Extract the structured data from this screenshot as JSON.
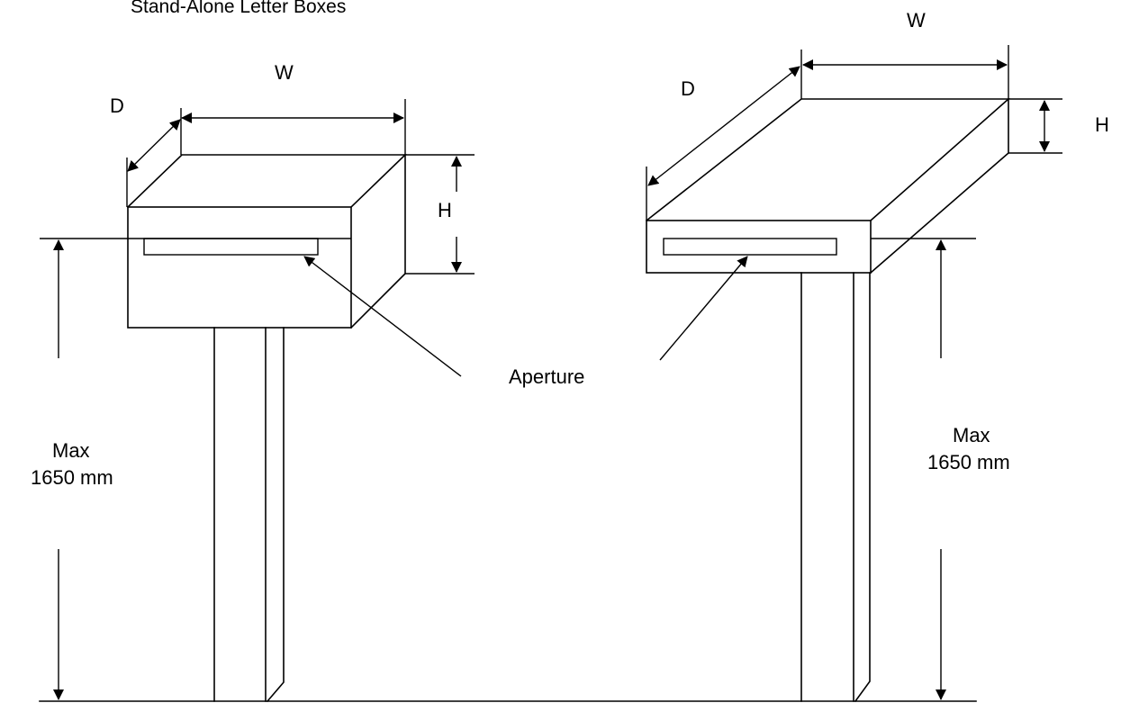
{
  "title": "Stand-Alone Letter Boxes",
  "left_box": {
    "width_label": "W",
    "depth_label": "D",
    "height_label": "H",
    "max_height_line1": "Max",
    "max_height_line2": "1650 mm"
  },
  "right_box": {
    "width_label": "W",
    "depth_label": "D",
    "height_label": "H",
    "max_height_line1": "Max",
    "max_height_line2": "1650 mm"
  },
  "aperture_label": "Aperture"
}
